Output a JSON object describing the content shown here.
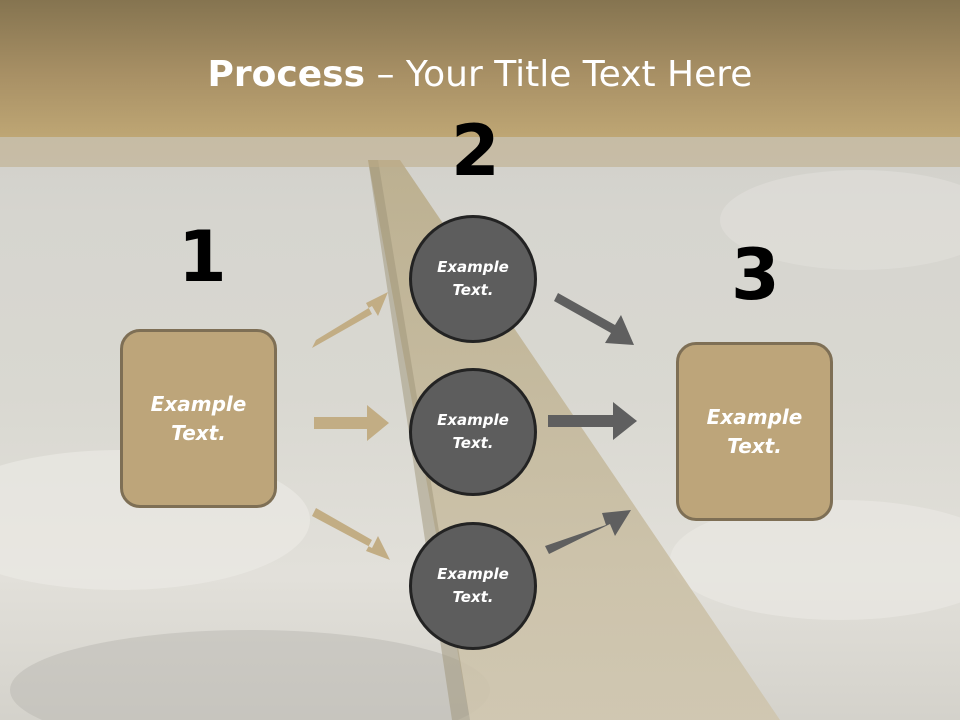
{
  "slide": {
    "title_bold": "Process",
    "title_rest": " – Your Title Text Here"
  },
  "steps": [
    {
      "number": "1",
      "text_line1": "Example",
      "text_line2": "Text."
    },
    {
      "number": "2"
    },
    {
      "number": "3",
      "text_line1": "Example",
      "text_line2": "Text."
    }
  ],
  "circles": [
    {
      "text_line1": "Example",
      "text_line2": "Text."
    },
    {
      "text_line1": "Example",
      "text_line2": "Text."
    },
    {
      "text_line1": "Example",
      "text_line2": "Text."
    }
  ],
  "colors": {
    "header": "#a89065",
    "box_fill": "#bda57a",
    "circle_fill": "#5d5d5d",
    "arrow_tan": "#c2ad84",
    "arrow_gray": "#5f5f5f"
  }
}
